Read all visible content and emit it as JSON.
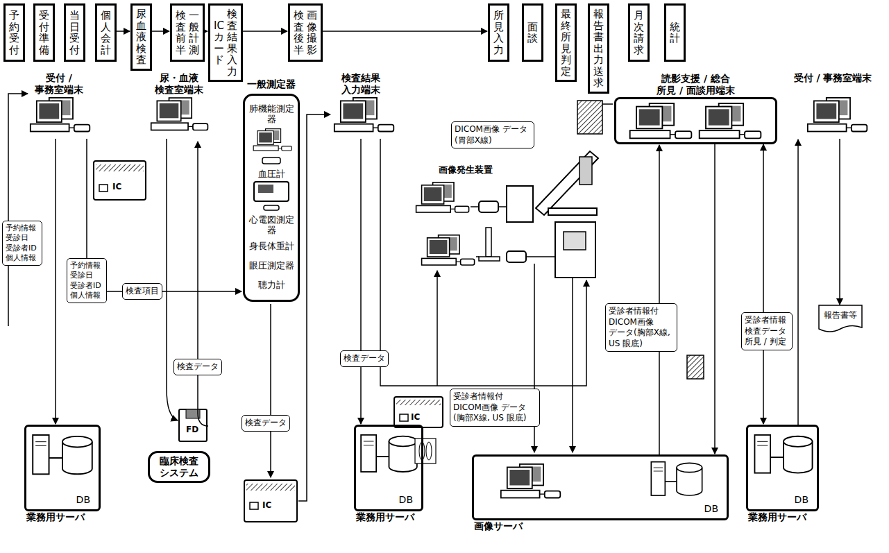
{
  "diagram": {
    "nodes": [
      {
        "text": [
          "予約受付"
        ]
      },
      {
        "text": [
          "受付準備"
        ]
      },
      {
        "text": [
          "当日受付"
        ]
      },
      {
        "text": [
          "個人会計"
        ]
      },
      {
        "text": [
          "尿血液検査"
        ]
      },
      {
        "text": [
          "一般計測",
          "検査前半"
        ]
      },
      {
        "text": [
          "検査結果入力",
          "ICカード"
        ]
      },
      {
        "text": [
          "画像撮影",
          "検査後半"
        ]
      },
      {
        "text": [
          "所見入力"
        ]
      },
      {
        "text": [
          "面談"
        ]
      },
      {
        "text": [
          "最終所見判定"
        ]
      },
      {
        "text": [
          "報告書出力送求"
        ]
      },
      {
        "text": [
          "月次請求"
        ]
      },
      {
        "text": [
          "統計"
        ]
      },
      {
        "text": [
          "受付 / 事務室端末"
        ]
      },
      {
        "text": [
          "尿・血液 検査室端末"
        ]
      },
      {
        "text": [
          "一般測定器",
          "肺機能測定器",
          "血圧計",
          "心電図測定器",
          "身長体重計",
          "眼圧測定器",
          "聴力計"
        ]
      },
      {
        "text": [
          "検査結果 入力端末"
        ]
      },
      {
        "text": [
          "読影支援 / 総合 所見 / 面談用端末"
        ]
      },
      {
        "text": [
          "受付 / 事務室端末"
        ]
      },
      {
        "text": [
          "DICOM画像 データ(胃部X線)"
        ]
      },
      {
        "text": [
          "予約情報 受診日 受診者ID 個人情報"
        ]
      },
      {
        "text": [
          "予約情報 受診日 受診者ID 個人情報"
        ]
      },
      {
        "text": [
          "検査項目"
        ]
      },
      {
        "text": [
          "検査データ"
        ]
      },
      {
        "text": [
          "臨床検査 システム"
        ]
      },
      {
        "text": [
          "検査データ"
        ]
      },
      {
        "text": [
          "検査データ"
        ]
      },
      {
        "text": [
          "受診者情報付 DICOM画像 データ(胸部X線, US 眼底)"
        ]
      },
      {
        "text": [
          "受診者情報付 DICOM画像 データ(胸部X線, US 眼底)"
        ]
      },
      {
        "text": [
          "受診者情報 検査データ 所見 / 判定"
        ]
      },
      {
        "text": [
          "報告書等"
        ]
      },
      {
        "text": [
          "DB",
          "業務用サーバ"
        ]
      },
      {
        "text": [
          "DB",
          "業務用サーバ"
        ]
      },
      {
        "text": [
          "DB",
          "画像サーバ"
        ]
      },
      {
        "text": [
          "DB",
          "業務用サーバ"
        ]
      }
    ],
    "edges": [
      {
        "from": 3,
        "to": 4,
        "arrow": "to"
      },
      {
        "from": 4,
        "to": 5,
        "arrow": "to"
      },
      {
        "from": 5,
        "to": 6,
        "arrow": "to"
      },
      {
        "from": 6,
        "to": 7,
        "arrow": "to"
      },
      {
        "from": 7,
        "to": 8,
        "arrow": "to"
      },
      {
        "from": 14,
        "to": 32,
        "arrow": "to"
      },
      {
        "from": 17,
        "to": 33,
        "arrow": "to"
      },
      {
        "from": 34,
        "to": 18,
        "arrow": "to"
      },
      {
        "from": 18,
        "to": 34,
        "arrow": "to"
      },
      {
        "from": 18,
        "to": 35,
        "arrow": "both"
      },
      {
        "from": 35,
        "to": 19,
        "arrow": "to"
      },
      {
        "from": 19,
        "to": 31,
        "arrow": "to"
      }
    ],
    "labels": [
      "IC",
      "FD",
      "IC",
      "IC",
      "画像発生装置"
    ]
  }
}
